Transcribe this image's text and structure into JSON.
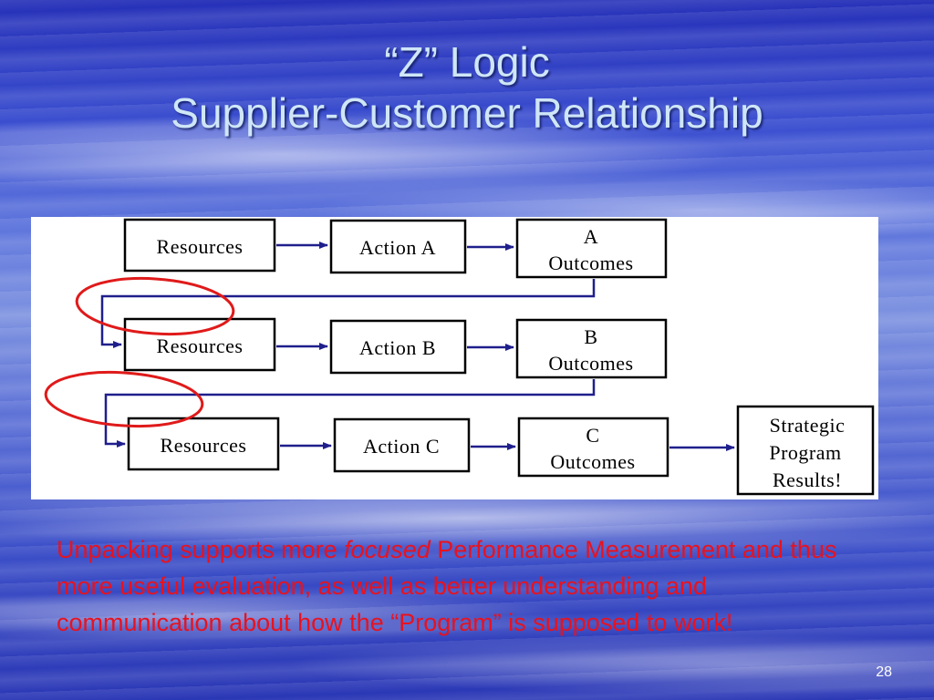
{
  "slide": {
    "title_line1": "“Z” Logic",
    "title_line2": "Supplier-Customer Relationship",
    "page_number": "28"
  },
  "diagram": {
    "rows": [
      {
        "resources": "Resources",
        "action": "Action A",
        "outcome_line1": "A",
        "outcome_line2": "Outcomes"
      },
      {
        "resources": "Resources",
        "action": "Action B",
        "outcome_line1": "B",
        "outcome_line2": "Outcomes"
      },
      {
        "resources": "Resources",
        "action": "Action C",
        "outcome_line1": "C",
        "outcome_line2": "Outcomes"
      }
    ],
    "final_box": {
      "line1": "Strategic",
      "line2": "Program",
      "line3": "Results!"
    },
    "colors": {
      "arrow": "#1f1f8c",
      "connector": "#1f1f8c",
      "highlight_ellipse": "#e01a1a",
      "box_border": "#000000"
    }
  },
  "caption": {
    "part1": "Unpacking supports more ",
    "emphasis": "focused",
    "part2": " Performance Measurement and thus more useful evaluation, as well as better understanding and communication about how the “Program” is supposed to work!"
  }
}
